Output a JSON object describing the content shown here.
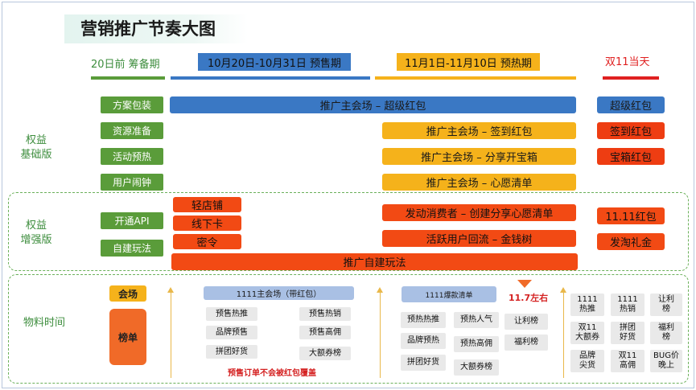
{
  "title": "营销推广节奏大图",
  "phases": {
    "p1": "20日前 筹备期",
    "p2": "10月20日-10月31日 预售期",
    "p3": "11月1日-11月10日 预热期",
    "p4": "双11当天"
  },
  "colors": {
    "green": "#5a9c3a",
    "blue": "#3a78c4",
    "orange": "#f5b21b",
    "red": "#f24a14",
    "dash": "#6bb05a"
  },
  "section_labels": {
    "basic": "权益\n基础版",
    "enhanced": "权益\n增强版",
    "material": "物料时间"
  },
  "basic_rows": [
    {
      "label": "方案包装",
      "main": "推广主会场 – 超级红包",
      "day11": "超级红包"
    },
    {
      "label": "资源准备",
      "main": "推广主会场 – 签到红包",
      "day11": "签到红包"
    },
    {
      "label": "活动预热",
      "main": "推广主会场 – 分享开宝箱",
      "day11": "宝箱红包"
    },
    {
      "label": "用户闹钟",
      "main": "推广主会场 – 心愿清单",
      "day11": ""
    }
  ],
  "enhanced": {
    "left_labels": [
      "开通API",
      "自建玩法"
    ],
    "presale_items": [
      "轻店铺",
      "线下卡",
      "密令"
    ],
    "preheat_items": [
      "发动消费者 – 创建分享心愿清单",
      "活跃用户回流 – 金钱树"
    ],
    "day11_items": [
      "11.11红包",
      "发淘礼金"
    ],
    "bottom_bar": "推广自建玩法"
  },
  "material": {
    "left_tags": {
      "venue": "会场",
      "rank": "榜单"
    },
    "presale": {
      "header": "1111主会场（带红包）",
      "cells": [
        "预售热推",
        "预售热销",
        "品牌预售",
        "预售高佣",
        "拼团好货",
        "大额券榜"
      ],
      "note": "预售订单不会被红包覆盖"
    },
    "preheat": {
      "header": "1111爆款清单",
      "cells": [
        "预热热推",
        "预热人气",
        "品牌预热",
        "预热高佣",
        "拼团好货",
        "大额券榜"
      ],
      "marker": "11.7左右",
      "side_cells": [
        "让利榜",
        "福利榜"
      ]
    },
    "day11_cells": [
      "1111\n热推",
      "1111\n热销",
      "让利\n榜",
      "双11\n大额券",
      "拼团\n好货",
      "福利\n榜",
      "品牌\n尖货",
      "双11\n高佣",
      "BUG价\n晚上"
    ]
  }
}
